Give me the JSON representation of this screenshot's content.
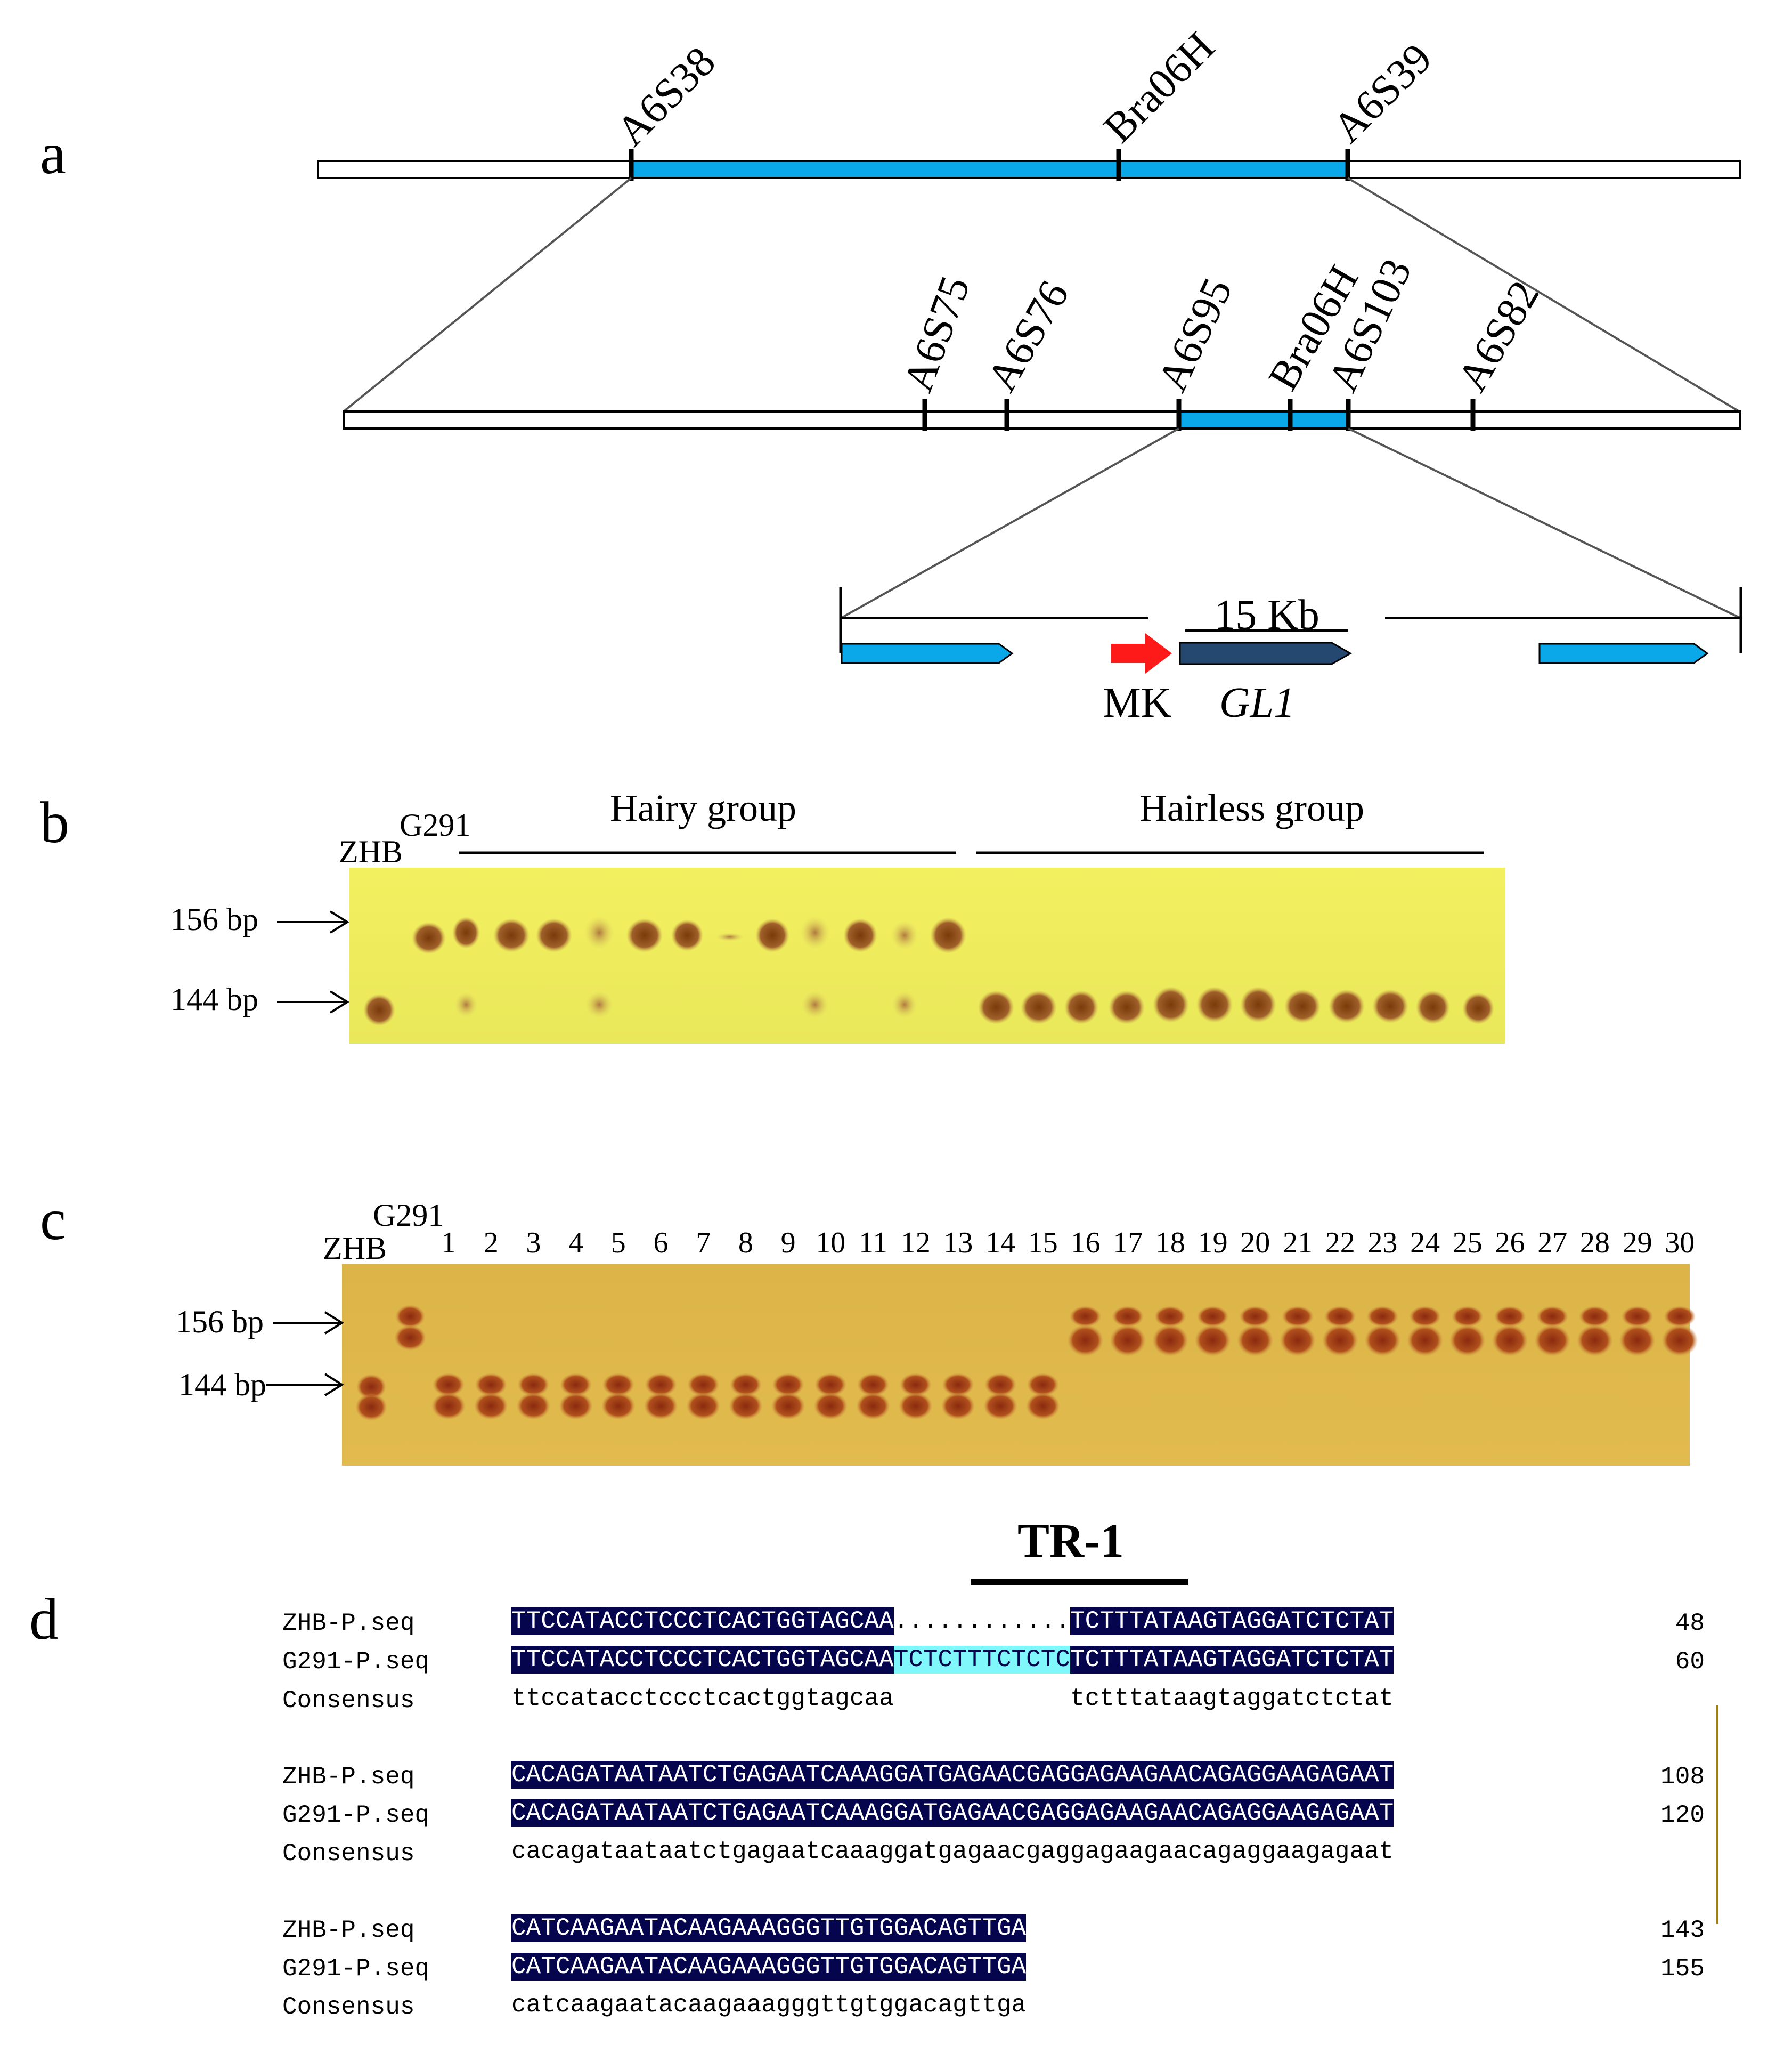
{
  "panels": {
    "a": "a",
    "b": "b",
    "c": "c",
    "d": "d"
  },
  "panel_a": {
    "top_markers": [
      "A6S38",
      "Bra06H",
      "A6S39"
    ],
    "middle_markers": [
      "A6S75",
      "A6S76",
      "A6S95",
      "Bra06H",
      "A6S103",
      "A6S82"
    ],
    "scale_label": "15 Kb",
    "mk_label": "MK",
    "gene_label": "GL1",
    "colors": {
      "region": "#0aa8e8",
      "gene": "#24486f",
      "marker": "#ff1a1a"
    }
  },
  "panel_b": {
    "lane_zhb": "ZHB",
    "lane_g291": "G291",
    "group_hairy": "Hairy group",
    "group_hairless": "Hairless group",
    "size_156": "156 bp",
    "size_144": "144 bp"
  },
  "panel_c": {
    "lane_zhb": "ZHB",
    "lane_g291": "G291",
    "size_156": "156 bp",
    "size_144": "144 bp",
    "lane_numbers": [
      "1",
      "2",
      "3",
      "4",
      "5",
      "6",
      "7",
      "8",
      "9",
      "10",
      "11",
      "12",
      "13",
      "14",
      "15",
      "16",
      "17",
      "18",
      "19",
      "20",
      "21",
      "22",
      "23",
      "24",
      "25",
      "26",
      "27",
      "28",
      "29",
      "30"
    ]
  },
  "panel_d": {
    "title": "TR-1",
    "blocks": [
      {
        "zhb_name": "ZHB-P.seq",
        "zhb_a": "TTCCATACCTCCCTCACTGGTAGCAA",
        "zhb_gap": "............",
        "zhb_b": "TCTTTATAAGTAGGATCTCTAT",
        "zhb_num": "48",
        "g291_name": "G291-P.seq",
        "g291_a": "TTCCATACCTCCCTCACTGGTAGCAA",
        "g291_ins": "TCTCTTTCTCTC",
        "g291_b": "TCTTTATAAGTAGGATCTCTAT",
        "g291_num": "60",
        "cons_name": "Consensus",
        "cons_a": "ttccatacctccctcactggtagcaa",
        "cons_b": "tctttataagtaggatctctat"
      },
      {
        "zhb_name": "ZHB-P.seq",
        "zhb_seq": "CACAGATAATAATCTGAGAATCAAAGGATGAGAACGAGGAGAAGAACAGAGGAAGAGAAT",
        "zhb_num": "108",
        "g291_name": "G291-P.seq",
        "g291_seq": "CACAGATAATAATCTGAGAATCAAAGGATGAGAACGAGGAGAAGAACAGAGGAAGAGAAT",
        "g291_num": "120",
        "cons_name": "Consensus",
        "cons_seq": "cacagataataatctgagaatcaaaggatgagaacgaggagaagaacagaggaagagaat"
      },
      {
        "zhb_name": "ZHB-P.seq",
        "zhb_seq": "CATCAAGAATACAAGAAAGGGTTGTGGACAGTTGA",
        "zhb_num": "143",
        "g291_name": "G291-P.seq",
        "g291_seq": "CATCAAGAATACAAGAAAGGGTTGTGGACAGTTGA",
        "g291_num": "155",
        "cons_name": "Consensus",
        "cons_seq": "catcaagaatacaagaaagggttgtggacagttga"
      }
    ]
  }
}
